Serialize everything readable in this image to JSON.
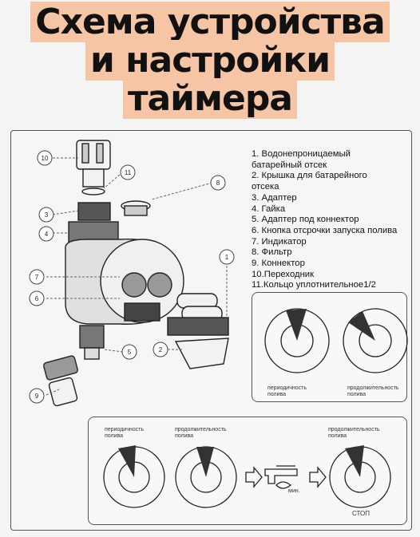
{
  "title": {
    "line1": "Схема устройства",
    "line2": "и настройки",
    "line3": "таймера"
  },
  "legend": [
    "1. Водонепроницаемый",
    "батарейный отсек",
    "2. Крышка для батарейного",
    "отсека",
    "3. Адаптер",
    "4. Гайка",
    "5. Адаптер под коннектор",
    "6. Кнопка отсрочки запуска полива",
    "7. Индикатор",
    "8. Фильтр",
    "9. Коннектор",
    "10.Переходник",
    "11.Кольцо уплотнительное1/2"
  ],
  "callouts": [
    "10",
    "11",
    "8",
    "3",
    "4",
    "1",
    "7",
    "6",
    "5",
    "2",
    "9"
  ],
  "labels": {
    "freq": "периодичность\nполива",
    "dur": "продолжительность\nполива",
    "min": "мин.",
    "stop": "СТОП"
  }
}
